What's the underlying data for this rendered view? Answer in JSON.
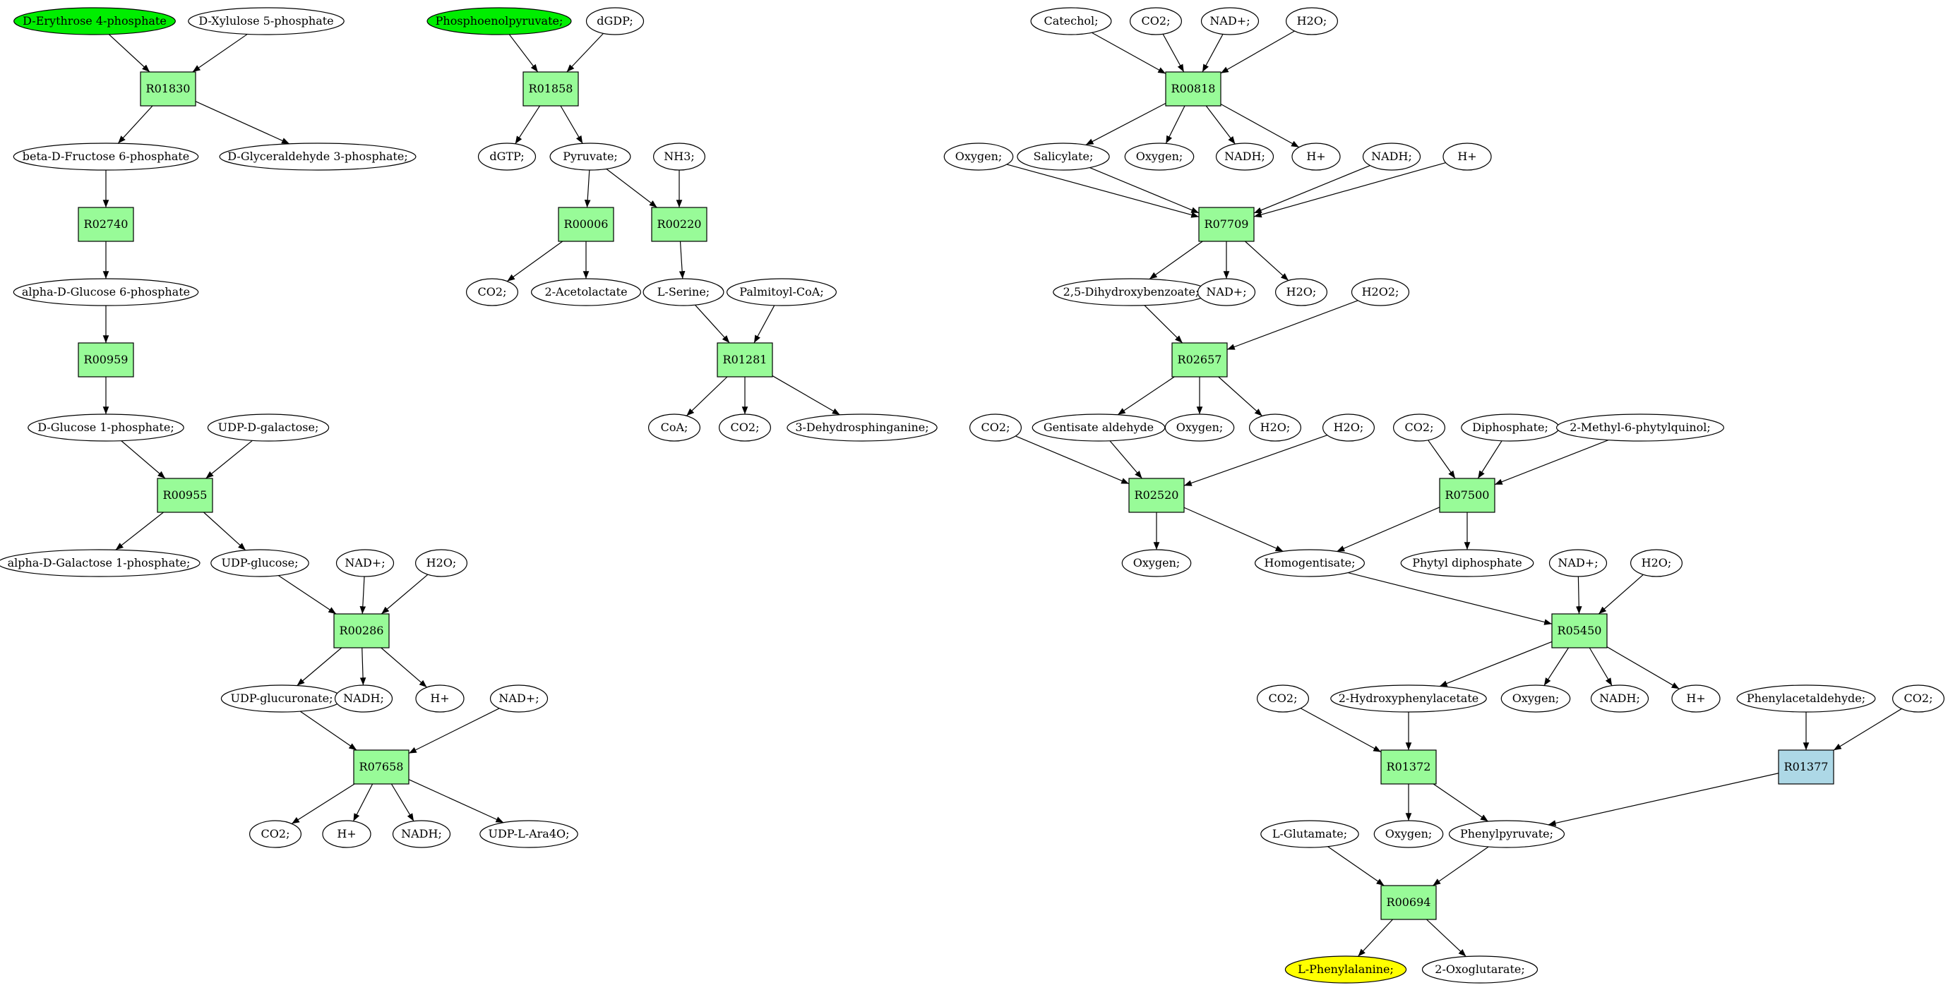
{
  "colors": {
    "start_compound": "#00ee00",
    "target_compound": "#ffff00",
    "reaction": "#98fb98",
    "alt_reaction": "#add8e6",
    "compound": "#ffffff"
  },
  "reactions": [
    {
      "id": "R01830",
      "label": "R01830"
    },
    {
      "id": "R02740",
      "label": "R02740"
    },
    {
      "id": "R00959",
      "label": "R00959"
    },
    {
      "id": "R00955",
      "label": "R00955"
    },
    {
      "id": "R00286",
      "label": "R00286"
    },
    {
      "id": "R07658",
      "label": "R07658"
    },
    {
      "id": "R01858",
      "label": "R01858"
    },
    {
      "id": "R00006",
      "label": "R00006"
    },
    {
      "id": "R00220",
      "label": "R00220"
    },
    {
      "id": "R01281",
      "label": "R01281"
    },
    {
      "id": "R00818",
      "label": "R00818"
    },
    {
      "id": "R07709",
      "label": "R07709"
    },
    {
      "id": "R02657",
      "label": "R02657"
    },
    {
      "id": "R02520",
      "label": "R02520"
    },
    {
      "id": "R07500",
      "label": "R07500"
    },
    {
      "id": "R05450",
      "label": "R05450"
    },
    {
      "id": "R01372",
      "label": "R01372"
    },
    {
      "id": "R01377",
      "label": "R01377",
      "style": "alt"
    },
    {
      "id": "R00694",
      "label": "R00694"
    }
  ],
  "compounds": [
    {
      "id": "c_e4p",
      "label": "D-Erythrose 4-phosphate",
      "style": "start"
    },
    {
      "id": "c_x5p",
      "label": "D-Xylulose 5-phosphate"
    },
    {
      "id": "c_bf6p",
      "label": "beta-D-Fructose 6-phosphate"
    },
    {
      "id": "c_g3p",
      "label": "D-Glyceraldehyde 3-phosphate;"
    },
    {
      "id": "c_ag6p",
      "label": "alpha-D-Glucose 6-phosphate"
    },
    {
      "id": "c_g1p",
      "label": "D-Glucose 1-phosphate;"
    },
    {
      "id": "c_udpgal",
      "label": "UDP-D-galactose;"
    },
    {
      "id": "c_agal1p",
      "label": "alpha-D-Galactose 1-phosphate;"
    },
    {
      "id": "c_udpglc",
      "label": "UDP-glucose;"
    },
    {
      "id": "c_nadp_a",
      "label": "NAD+;"
    },
    {
      "id": "c_h2o_a",
      "label": "H2O;"
    },
    {
      "id": "c_udpglcu",
      "label": "UDP-glucuronate;"
    },
    {
      "id": "c_nadh_a",
      "label": "NADH;"
    },
    {
      "id": "c_h_a",
      "label": "H+"
    },
    {
      "id": "c_nadp_b",
      "label": "NAD+;"
    },
    {
      "id": "c_co2_a",
      "label": "CO2;"
    },
    {
      "id": "c_h_b",
      "label": "H+"
    },
    {
      "id": "c_nadh_b",
      "label": "NADH;"
    },
    {
      "id": "c_udpara",
      "label": "UDP-L-Ara4O;"
    },
    {
      "id": "c_pep",
      "label": "Phosphoenolpyruvate;",
      "style": "start"
    },
    {
      "id": "c_dgdp",
      "label": "dGDP;"
    },
    {
      "id": "c_dgtp",
      "label": "dGTP;"
    },
    {
      "id": "c_pyr",
      "label": "Pyruvate;"
    },
    {
      "id": "c_nh3",
      "label": "NH3;"
    },
    {
      "id": "c_co2_b",
      "label": "CO2;"
    },
    {
      "id": "c_acl",
      "label": "2-Acetolactate"
    },
    {
      "id": "c_ser",
      "label": "L-Serine;"
    },
    {
      "id": "c_pcoa",
      "label": "Palmitoyl-CoA;"
    },
    {
      "id": "c_coa",
      "label": "CoA;"
    },
    {
      "id": "c_co2_c",
      "label": "CO2;"
    },
    {
      "id": "c_dhs",
      "label": "3-Dehydrosphinganine;"
    },
    {
      "id": "c_cat",
      "label": "Catechol;"
    },
    {
      "id": "c_co2_d",
      "label": "CO2;"
    },
    {
      "id": "c_nadp_c",
      "label": "NAD+;"
    },
    {
      "id": "c_h2o_b",
      "label": "H2O;"
    },
    {
      "id": "c_oxy_a",
      "label": "Oxygen;"
    },
    {
      "id": "c_sal",
      "label": "Salicylate;"
    },
    {
      "id": "c_oxy_b",
      "label": "Oxygen;"
    },
    {
      "id": "c_nadh_c",
      "label": "NADH;"
    },
    {
      "id": "c_h_c",
      "label": "H+"
    },
    {
      "id": "c_nadh_d",
      "label": "NADH;"
    },
    {
      "id": "c_h_d",
      "label": "H+"
    },
    {
      "id": "c_dhb",
      "label": "2,5-Dihydroxybenzoate;"
    },
    {
      "id": "c_nadp_d",
      "label": "NAD+;"
    },
    {
      "id": "c_h2o_c",
      "label": "H2O;"
    },
    {
      "id": "c_h2o2",
      "label": "H2O2;"
    },
    {
      "id": "c_co2_e",
      "label": "CO2;"
    },
    {
      "id": "c_gald",
      "label": "Gentisate aldehyde"
    },
    {
      "id": "c_oxy_c",
      "label": "Oxygen;"
    },
    {
      "id": "c_h2o_d",
      "label": "H2O;"
    },
    {
      "id": "c_h2o_e",
      "label": "H2O;"
    },
    {
      "id": "c_co2_f",
      "label": "CO2;"
    },
    {
      "id": "c_dip",
      "label": "Diphosphate;"
    },
    {
      "id": "c_mpq",
      "label": "2-Methyl-6-phytylquinol;"
    },
    {
      "id": "c_oxy_d",
      "label": "Oxygen;"
    },
    {
      "id": "c_hga",
      "label": "Homogentisate;"
    },
    {
      "id": "c_pdp",
      "label": "Phytyl diphosphate"
    },
    {
      "id": "c_nadp_e",
      "label": "NAD+;"
    },
    {
      "id": "c_h2o_f",
      "label": "H2O;"
    },
    {
      "id": "c_co2_g",
      "label": "CO2;"
    },
    {
      "id": "c_hpa",
      "label": "2-Hydroxyphenylacetate"
    },
    {
      "id": "c_oxy_e",
      "label": "Oxygen;"
    },
    {
      "id": "c_nadh_e",
      "label": "NADH;"
    },
    {
      "id": "c_h_e",
      "label": "H+"
    },
    {
      "id": "c_pacald",
      "label": "Phenylacetaldehyde;"
    },
    {
      "id": "c_co2_h",
      "label": "CO2;"
    },
    {
      "id": "c_glu",
      "label": "L-Glutamate;"
    },
    {
      "id": "c_oxy_f",
      "label": "Oxygen;"
    },
    {
      "id": "c_ppyr",
      "label": "Phenylpyruvate;"
    },
    {
      "id": "c_phe",
      "label": "L-Phenylalanine;",
      "style": "target"
    },
    {
      "id": "c_oxg",
      "label": "2-Oxoglutarate;"
    }
  ],
  "edges": [
    [
      "c_e4p",
      "R01830"
    ],
    [
      "c_x5p",
      "R01830"
    ],
    [
      "R01830",
      "c_bf6p"
    ],
    [
      "R01830",
      "c_g3p"
    ],
    [
      "c_bf6p",
      "R02740"
    ],
    [
      "R02740",
      "c_ag6p"
    ],
    [
      "c_ag6p",
      "R00959"
    ],
    [
      "R00959",
      "c_g1p"
    ],
    [
      "c_g1p",
      "R00955"
    ],
    [
      "c_udpgal",
      "R00955"
    ],
    [
      "R00955",
      "c_agal1p"
    ],
    [
      "R00955",
      "c_udpglc"
    ],
    [
      "c_udpglc",
      "R00286"
    ],
    [
      "c_nadp_a",
      "R00286"
    ],
    [
      "c_h2o_a",
      "R00286"
    ],
    [
      "R00286",
      "c_udpglcu"
    ],
    [
      "R00286",
      "c_nadh_a"
    ],
    [
      "R00286",
      "c_h_a"
    ],
    [
      "c_udpglcu",
      "R07658"
    ],
    [
      "c_nadp_b",
      "R07658"
    ],
    [
      "R07658",
      "c_co2_a"
    ],
    [
      "R07658",
      "c_h_b"
    ],
    [
      "R07658",
      "c_nadh_b"
    ],
    [
      "R07658",
      "c_udpara"
    ],
    [
      "c_pep",
      "R01858"
    ],
    [
      "c_dgdp",
      "R01858"
    ],
    [
      "R01858",
      "c_dgtp"
    ],
    [
      "R01858",
      "c_pyr"
    ],
    [
      "c_pyr",
      "R00006"
    ],
    [
      "c_pyr",
      "R00220"
    ],
    [
      "c_nh3",
      "R00220"
    ],
    [
      "R00006",
      "c_co2_b"
    ],
    [
      "R00006",
      "c_acl"
    ],
    [
      "R00220",
      "c_ser"
    ],
    [
      "c_ser",
      "R01281"
    ],
    [
      "c_pcoa",
      "R01281"
    ],
    [
      "R01281",
      "c_coa"
    ],
    [
      "R01281",
      "c_co2_c"
    ],
    [
      "R01281",
      "c_dhs"
    ],
    [
      "c_cat",
      "R00818"
    ],
    [
      "c_co2_d",
      "R00818"
    ],
    [
      "c_nadp_c",
      "R00818"
    ],
    [
      "c_h2o_b",
      "R00818"
    ],
    [
      "R00818",
      "c_sal"
    ],
    [
      "R00818",
      "c_oxy_b"
    ],
    [
      "R00818",
      "c_nadh_c"
    ],
    [
      "R00818",
      "c_h_c"
    ],
    [
      "c_oxy_a",
      "R07709"
    ],
    [
      "c_sal",
      "R07709"
    ],
    [
      "c_nadh_d",
      "R07709"
    ],
    [
      "c_h_d",
      "R07709"
    ],
    [
      "R07709",
      "c_dhb"
    ],
    [
      "R07709",
      "c_nadp_d"
    ],
    [
      "R07709",
      "c_h2o_c"
    ],
    [
      "c_dhb",
      "R02657"
    ],
    [
      "c_h2o2",
      "R02657"
    ],
    [
      "R02657",
      "c_gald"
    ],
    [
      "R02657",
      "c_oxy_c"
    ],
    [
      "R02657",
      "c_h2o_d"
    ],
    [
      "c_co2_e",
      "R02520"
    ],
    [
      "c_gald",
      "R02520"
    ],
    [
      "c_h2o_e",
      "R02520"
    ],
    [
      "R02520",
      "c_oxy_d"
    ],
    [
      "R02520",
      "c_hga"
    ],
    [
      "c_co2_f",
      "R07500"
    ],
    [
      "c_dip",
      "R07500"
    ],
    [
      "c_mpq",
      "R07500"
    ],
    [
      "R07500",
      "c_hga"
    ],
    [
      "R07500",
      "c_pdp"
    ],
    [
      "c_hga",
      "R05450"
    ],
    [
      "c_nadp_e",
      "R05450"
    ],
    [
      "c_h2o_f",
      "R05450"
    ],
    [
      "R05450",
      "c_hpa"
    ],
    [
      "R05450",
      "c_oxy_e"
    ],
    [
      "R05450",
      "c_nadh_e"
    ],
    [
      "R05450",
      "c_h_e"
    ],
    [
      "c_co2_g",
      "R01372"
    ],
    [
      "c_hpa",
      "R01372"
    ],
    [
      "R01372",
      "c_oxy_f"
    ],
    [
      "R01372",
      "c_ppyr"
    ],
    [
      "c_pacald",
      "R01377"
    ],
    [
      "c_co2_h",
      "R01377"
    ],
    [
      "R01377",
      "c_ppyr"
    ],
    [
      "c_glu",
      "R00694"
    ],
    [
      "c_ppyr",
      "R00694"
    ],
    [
      "R00694",
      "c_phe"
    ],
    [
      "R00694",
      "c_oxg"
    ]
  ]
}
